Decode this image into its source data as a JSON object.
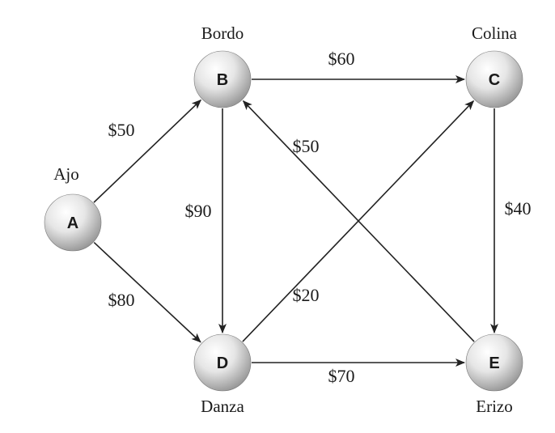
{
  "nodes": [
    {
      "id": "A",
      "letter": "A",
      "city": "Ajo"
    },
    {
      "id": "B",
      "letter": "B",
      "city": "Bordo"
    },
    {
      "id": "C",
      "letter": "C",
      "city": "Colina"
    },
    {
      "id": "D",
      "letter": "D",
      "city": "Danza"
    },
    {
      "id": "E",
      "letter": "E",
      "city": "Erizo"
    }
  ],
  "edges": [
    {
      "from": "A",
      "to": "B",
      "cost": "$50"
    },
    {
      "from": "A",
      "to": "D",
      "cost": "$80"
    },
    {
      "from": "B",
      "to": "C",
      "cost": "$60"
    },
    {
      "from": "B",
      "to": "D",
      "cost": "$90"
    },
    {
      "from": "E",
      "to": "B",
      "cost": "$50"
    },
    {
      "from": "D",
      "to": "C",
      "cost": "$20"
    },
    {
      "from": "C",
      "to": "E",
      "cost": "$40"
    },
    {
      "from": "D",
      "to": "E",
      "cost": "$70"
    }
  ],
  "colors": {
    "node_highlight": "#ffffff",
    "node_shadow": "#8f8f8f",
    "edge": "#222222",
    "text": "#1a1a1a"
  }
}
